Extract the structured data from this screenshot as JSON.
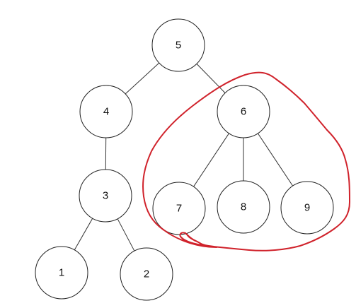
{
  "tree": {
    "nodes": [
      {
        "id": "5",
        "label": "5"
      },
      {
        "id": "4",
        "label": "4"
      },
      {
        "id": "6",
        "label": "6"
      },
      {
        "id": "3",
        "label": "3"
      },
      {
        "id": "7",
        "label": "7"
      },
      {
        "id": "8",
        "label": "8"
      },
      {
        "id": "9",
        "label": "9"
      },
      {
        "id": "1",
        "label": "1"
      },
      {
        "id": "2",
        "label": "2"
      }
    ],
    "edges": [
      {
        "from": "5",
        "to": "4"
      },
      {
        "from": "5",
        "to": "6"
      },
      {
        "from": "4",
        "to": "3"
      },
      {
        "from": "3",
        "to": "1"
      },
      {
        "from": "3",
        "to": "2"
      },
      {
        "from": "6",
        "to": "7"
      },
      {
        "from": "6",
        "to": "8"
      },
      {
        "from": "6",
        "to": "9"
      }
    ]
  },
  "highlight": {
    "description_nodes": [
      "6",
      "7",
      "8",
      "9"
    ],
    "color": "#d0222b"
  }
}
